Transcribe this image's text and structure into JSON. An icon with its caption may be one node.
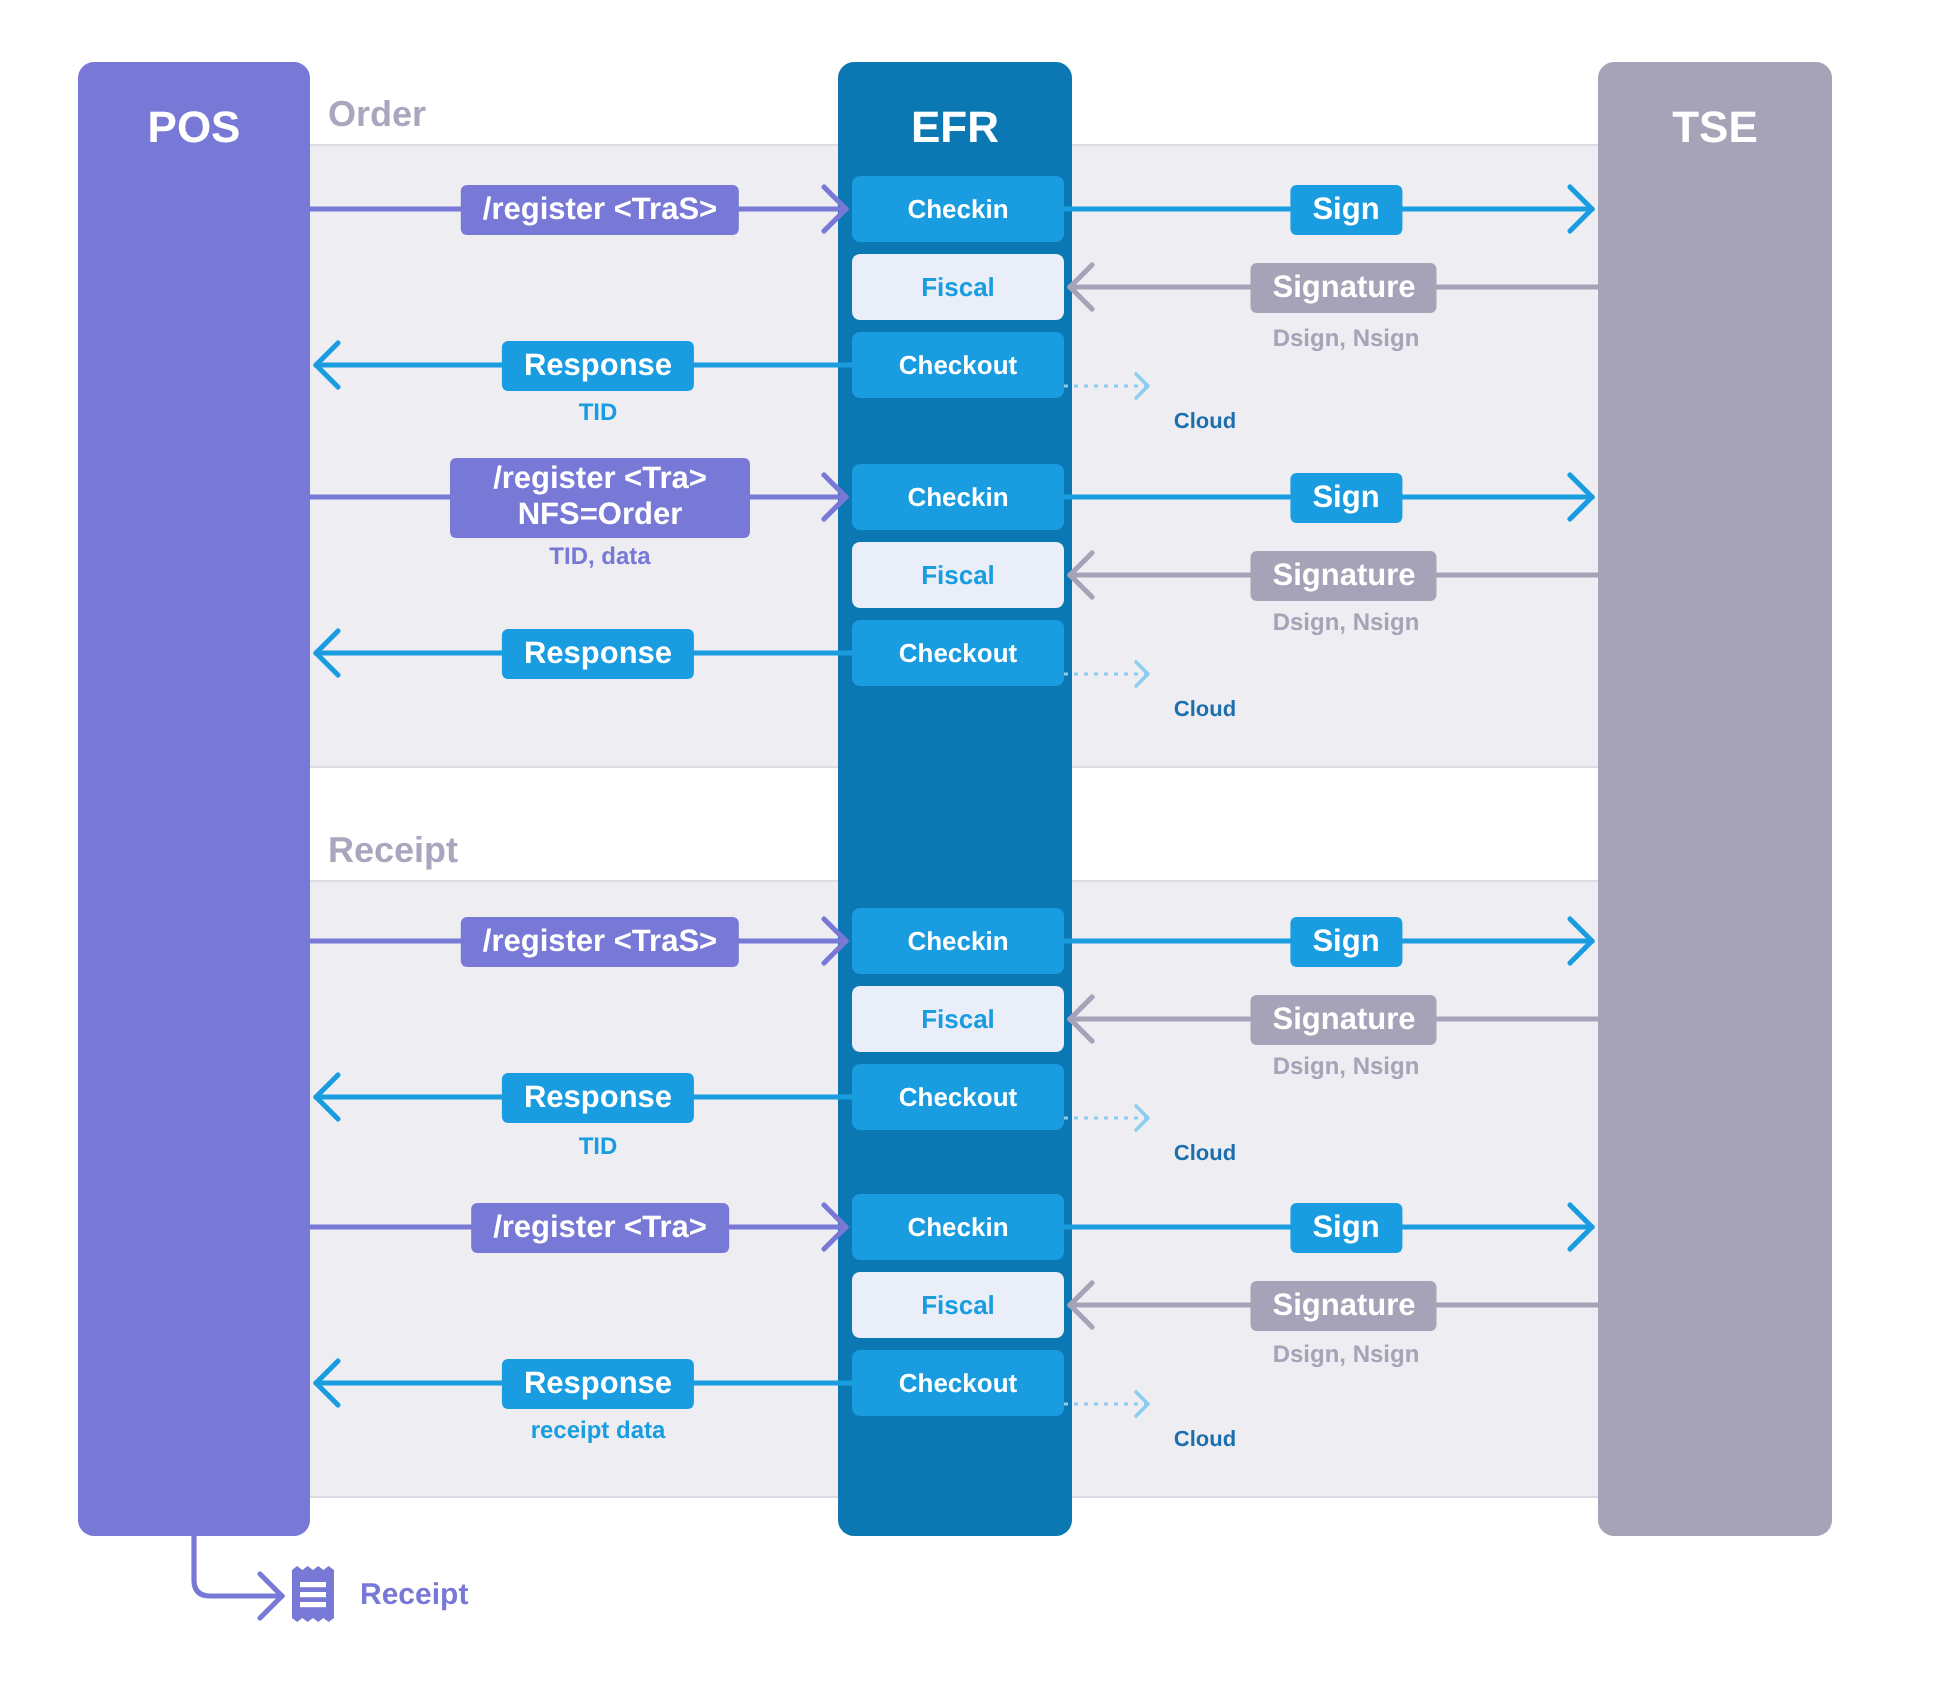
{
  "diagram": {
    "nodes": [
      {
        "text": [
          "POS"
        ]
      },
      {
        "text": [
          "EFR"
        ]
      },
      {
        "text": [
          "TSE"
        ]
      },
      {
        "text": [
          "Order"
        ]
      },
      {
        "text": [
          "Checkin"
        ]
      },
      {
        "text": [
          "Fiscal"
        ]
      },
      {
        "text": [
          "Checkout"
        ]
      },
      {
        "text": [
          "Cloud"
        ],
        "in": 3
      },
      {
        "text": [
          "Checkin"
        ]
      },
      {
        "text": [
          "Fiscal"
        ]
      },
      {
        "text": [
          "Checkout"
        ]
      },
      {
        "text": [
          "Cloud"
        ],
        "in": 3
      },
      {
        "text": [
          "Receipt"
        ]
      },
      {
        "text": [
          "Checkin"
        ]
      },
      {
        "text": [
          "Fiscal"
        ]
      },
      {
        "text": [
          "Checkout"
        ]
      },
      {
        "text": [
          "Cloud"
        ],
        "in": 12
      },
      {
        "text": [
          "Checkin"
        ]
      },
      {
        "text": [
          "Fiscal"
        ]
      },
      {
        "text": [
          "Checkout"
        ]
      },
      {
        "text": [
          "Cloud"
        ],
        "in": 12
      },
      {
        "text": [
          "Receipt"
        ]
      }
    ],
    "edges": [
      {
        "from": 0,
        "to": 4,
        "arrow": "to",
        "label": "/register <TraS>",
        "color": "#7879d6"
      },
      {
        "from": 4,
        "to": 2,
        "arrow": "to",
        "label": "Sign"
      },
      {
        "from": 2,
        "to": 5,
        "arrow": "to",
        "label": "Signature",
        "color": "#a6a3b8"
      },
      {
        "from": 6,
        "to": 0,
        "arrow": "to",
        "label": "Response"
      },
      {
        "from": 6,
        "to": 7,
        "arrow": "to",
        "style": "dashed",
        "color": "#8ccdf0"
      },
      {
        "from": 0,
        "to": 8,
        "arrow": "to",
        "label": "/register <Tra> NFS=Order",
        "color": "#7879d6"
      },
      {
        "from": 8,
        "to": 2,
        "arrow": "to",
        "label": "Sign"
      },
      {
        "from": 2,
        "to": 9,
        "arrow": "to",
        "label": "Signature",
        "color": "#a6a3b8"
      },
      {
        "from": 10,
        "to": 0,
        "arrow": "to",
        "label": "Response"
      },
      {
        "from": 10,
        "to": 11,
        "arrow": "to",
        "style": "dashed",
        "color": "#8ccdf0"
      },
      {
        "from": 0,
        "to": 13,
        "arrow": "to",
        "label": "/register <TraS>",
        "color": "#7879d6"
      },
      {
        "from": 13,
        "to": 2,
        "arrow": "to",
        "label": "Sign"
      },
      {
        "from": 2,
        "to": 14,
        "arrow": "to",
        "label": "Signature",
        "color": "#a6a3b8"
      },
      {
        "from": 15,
        "to": 0,
        "arrow": "to",
        "label": "Response"
      },
      {
        "from": 15,
        "to": 16,
        "arrow": "to",
        "style": "dashed",
        "color": "#8ccdf0"
      },
      {
        "from": 0,
        "to": 17,
        "arrow": "to",
        "label": "/register <Tra>",
        "color": "#7879d6"
      },
      {
        "from": 17,
        "to": 2,
        "arrow": "to",
        "label": "Sign"
      },
      {
        "from": 2,
        "to": 18,
        "arrow": "to",
        "label": "Signature",
        "color": "#a6a3b8"
      },
      {
        "from": 19,
        "to": 0,
        "arrow": "to",
        "label": "Response"
      },
      {
        "from": 19,
        "to": 20,
        "arrow": "to",
        "style": "dashed",
        "color": "#8ccdf0"
      },
      {
        "from": 0,
        "to": 21,
        "arrow": "to",
        "color": "#7879d6"
      }
    ],
    "labels": [
      "Dsign, Nsign",
      "TID",
      "TID, data",
      "Dsign, Nsign",
      "Dsign, Nsign",
      "TID",
      "Dsign, Nsign",
      "receipt data"
    ]
  }
}
